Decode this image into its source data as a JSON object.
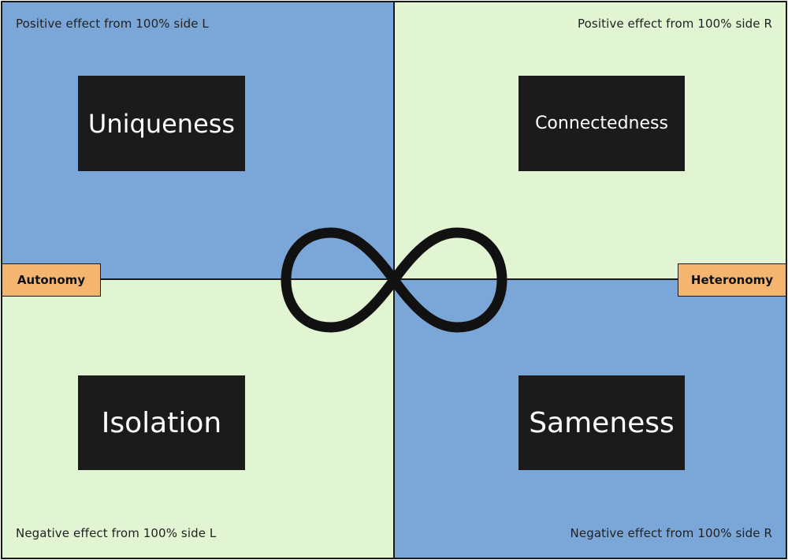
{
  "quadrants": {
    "top_left": {
      "note": "Positive effect from 100% side L",
      "concept": "Uniqueness",
      "color": "#7aa6d8"
    },
    "top_right": {
      "note": "Positive effect from 100% side R",
      "concept": "Connectedness",
      "color": "#e2f5d3"
    },
    "bottom_left": {
      "note": "Negative effect from 100% side L",
      "concept": "Isolation",
      "color": "#e2f5d3"
    },
    "bottom_right": {
      "note": "Negative effect from 100% side R",
      "concept": "Sameness",
      "color": "#7aa6d8"
    }
  },
  "axis": {
    "left_label": "Autonomy",
    "right_label": "Heteronomy",
    "label_color": "#f3b56f"
  },
  "center_symbol": "infinity-icon"
}
